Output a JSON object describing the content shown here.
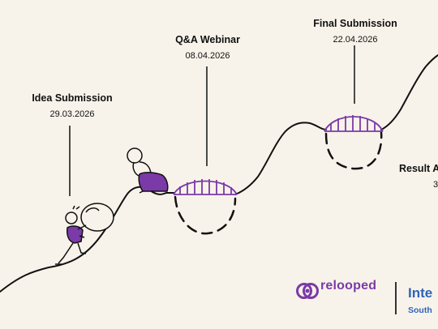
{
  "milestones": [
    {
      "title": "Idea Submission",
      "date": "29.03.2026"
    },
    {
      "title": "Q&A Webinar",
      "date": "08.04.2026"
    },
    {
      "title": "Final Submission",
      "date": "22.04.2026"
    },
    {
      "title": "Result A",
      "date": "3"
    }
  ],
  "brand": {
    "name": "relooped",
    "icon": "relooped-logo-icon"
  },
  "partner": {
    "name": "Inte",
    "sub": "South"
  },
  "colors": {
    "background": "#f8f3ea",
    "accent": "#7a3aa8",
    "partner": "#2f63b8",
    "ink": "#111111"
  }
}
